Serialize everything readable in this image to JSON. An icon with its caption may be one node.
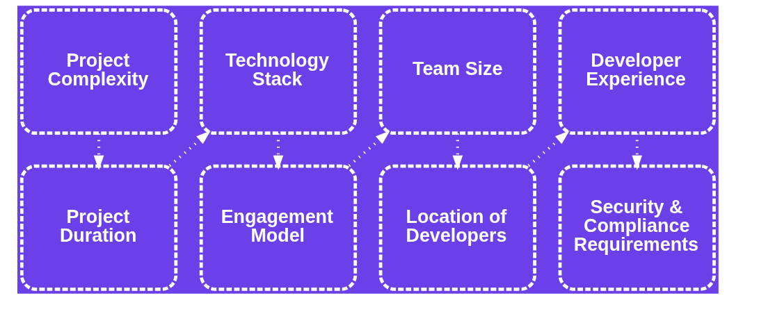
{
  "diagram": {
    "nodes": [
      {
        "text": [
          "Project Complexity"
        ]
      },
      {
        "text": [
          "Technology Stack"
        ]
      },
      {
        "text": [
          "Team Size"
        ]
      },
      {
        "text": [
          "Developer Experience"
        ]
      },
      {
        "text": [
          "Project Duration"
        ]
      },
      {
        "text": [
          "Engagement Model"
        ]
      },
      {
        "text": [
          "Location of Developers"
        ]
      },
      {
        "text": [
          "Security & Compliance Requirements"
        ]
      }
    ],
    "edges": [
      {
        "from": 0,
        "to": 4,
        "arrow": "to"
      },
      {
        "from": 4,
        "to": 1,
        "arrow": "to"
      },
      {
        "from": 1,
        "to": 5,
        "arrow": "to"
      },
      {
        "from": 5,
        "to": 2,
        "arrow": "to"
      },
      {
        "from": 2,
        "to": 6,
        "arrow": "to"
      },
      {
        "from": 6,
        "to": 3,
        "arrow": "to"
      },
      {
        "from": 3,
        "to": 7,
        "arrow": "to"
      }
    ]
  }
}
